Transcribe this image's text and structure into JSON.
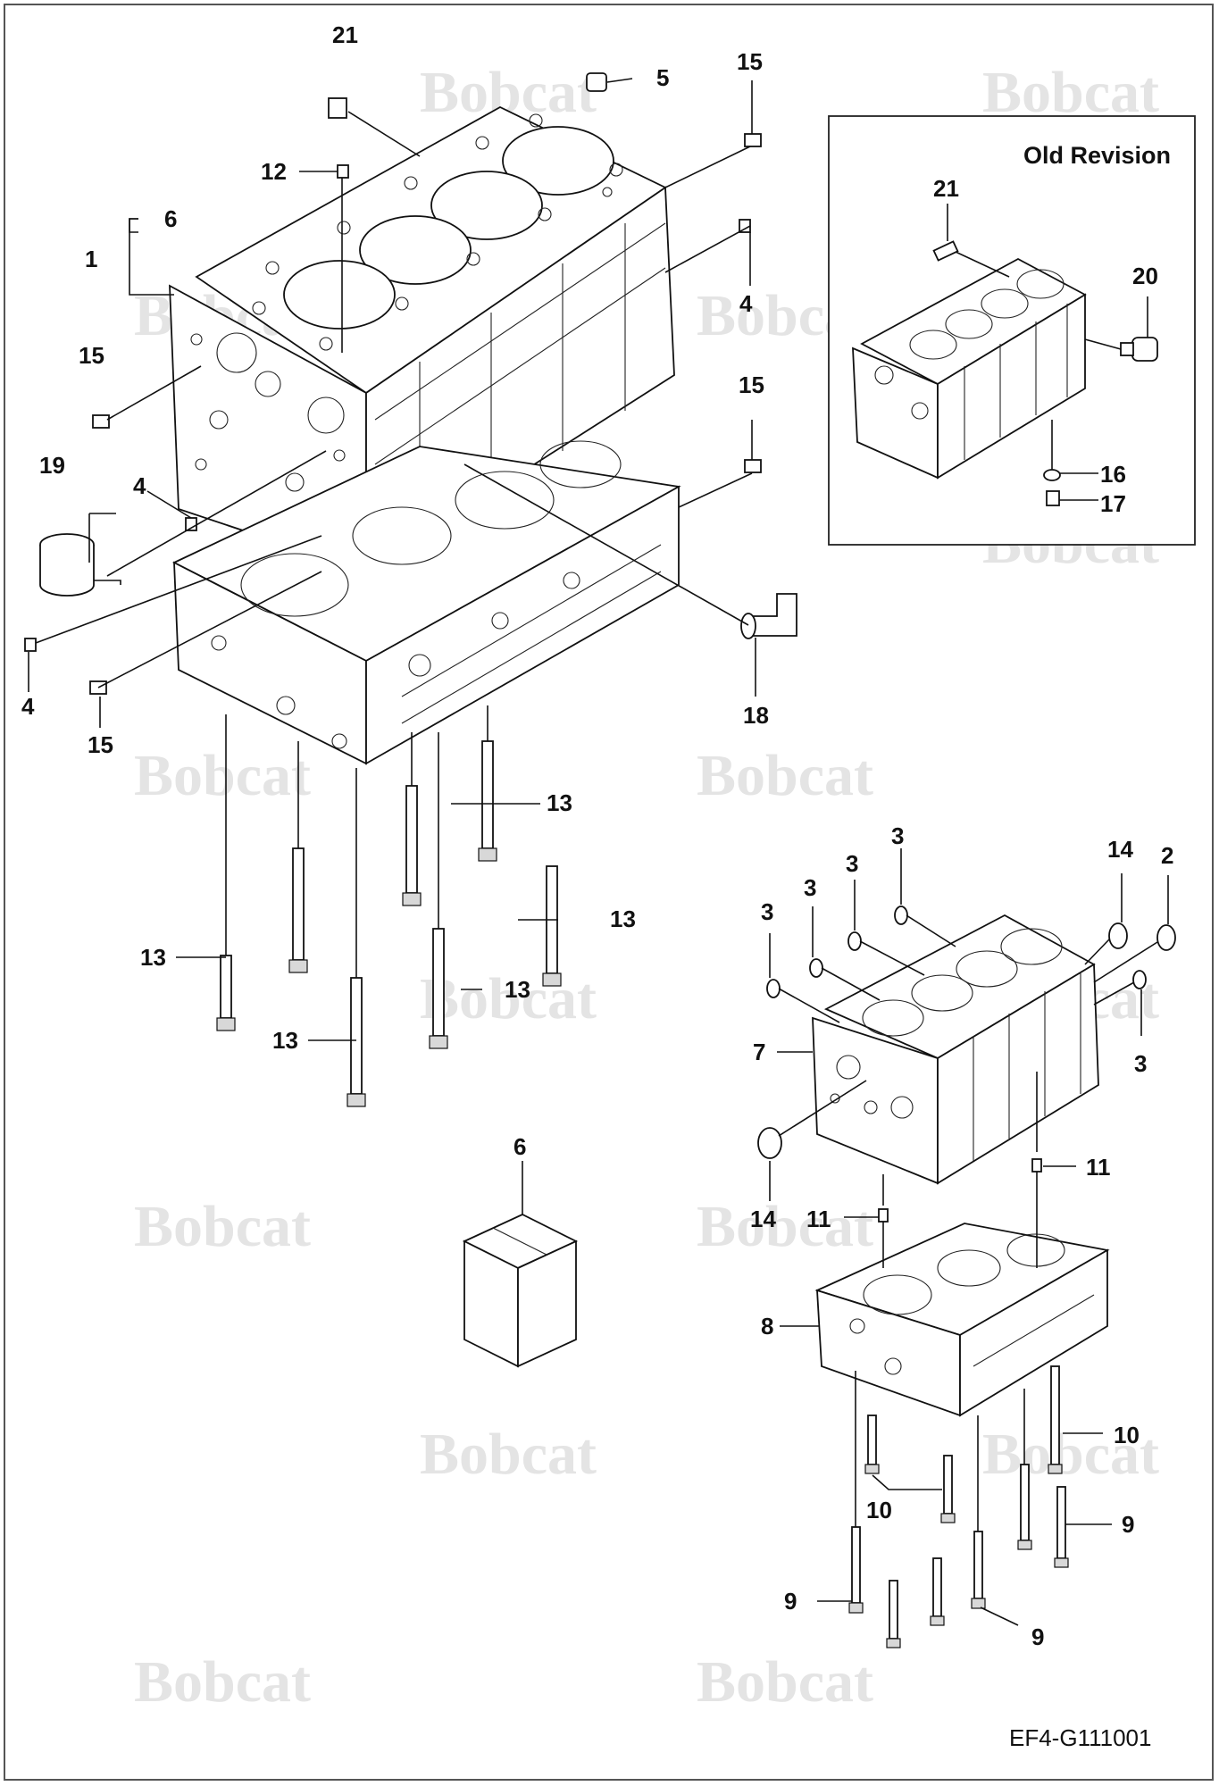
{
  "brand": {
    "watermark": "Bobcat"
  },
  "diagram_code": "EF4-G111001",
  "inset": {
    "title": "Old Revision"
  },
  "callouts": {
    "c21a": "21",
    "c5": "5",
    "c15a": "15",
    "c12": "12",
    "c6a": "6",
    "c1": "1",
    "c4a": "4",
    "c15b": "15",
    "c15c": "15",
    "c19": "19",
    "c4b": "4",
    "c4c": "4",
    "c15d": "15",
    "c18": "18",
    "c13a": "13",
    "c13b": "13",
    "c13c": "13",
    "c13d": "13",
    "c13e": "13",
    "c6b": "6",
    "c21b": "21",
    "c20": "20",
    "c16": "16",
    "c17": "17",
    "c3a": "3",
    "c3b": "3",
    "c3c": "3",
    "c3d": "3",
    "c3e": "3",
    "c14a": "14",
    "c2": "2",
    "c7": "7",
    "c11a": "11",
    "c14b": "14",
    "c11b": "11",
    "c8": "8",
    "c10a": "10",
    "c10b": "10",
    "c9a": "9",
    "c9b": "9",
    "c9c": "9"
  }
}
